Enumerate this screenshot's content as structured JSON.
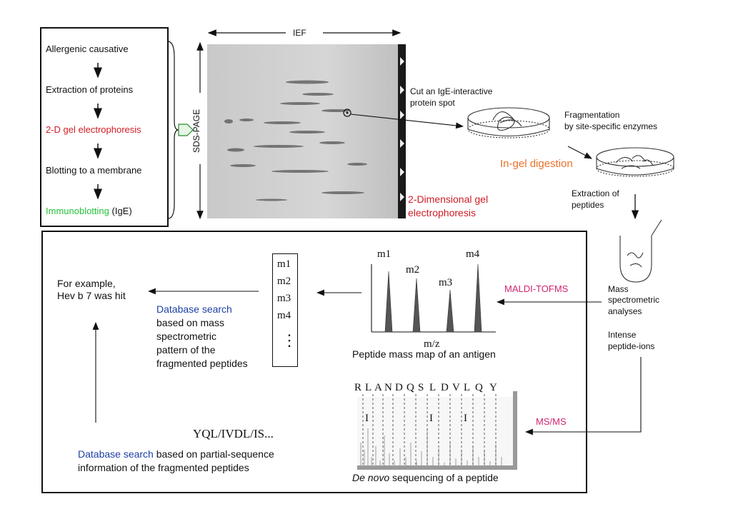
{
  "workflow_steps": {
    "step1": "Allergenic causative",
    "step2": "Extraction of proteins",
    "step3": "2-D gel electrophoresis",
    "step4": "Blotting to a membrane",
    "step5_a": "Immunoblotting",
    "step5_b": " (IgE)"
  },
  "gel": {
    "ief_label": "IEF",
    "sds_label": "SDS-PAGE",
    "caption_line1": "2-Dimensional gel",
    "caption_line2": "electrophoresis"
  },
  "digestion": {
    "cut_line1": "Cut an IgE-interactive",
    "cut_line2": "protein spot",
    "frag_line1": "Fragmentation",
    "frag_line2": "by site-specific enzymes",
    "in_gel": "In-gel digestion",
    "extract_line1": "Extraction of",
    "extract_line2": "peptides"
  },
  "ms": {
    "mass_line1": "Mass",
    "mass_line2": "spectrometric",
    "mass_line3": "analyses",
    "intense_line1": "Intense",
    "intense_line2": "peptide-ions",
    "maldi": "MALDI-TOFMS",
    "msms": "MS/MS"
  },
  "spectrum": {
    "peaks": [
      "m1",
      "m2",
      "m3",
      "m4"
    ],
    "axis_label": "m/z",
    "caption": "Peptide mass map of an antigen"
  },
  "mass_list": [
    "m1",
    "m2",
    "m3",
    "m4",
    "⋮"
  ],
  "search1": {
    "title": "Database search",
    "line2": "based on mass",
    "line3": "spectrometric",
    "line4": "pattern of the",
    "line5": "fragmented peptides"
  },
  "result": {
    "line1": "For example,",
    "line2": "Hev b 7 was hit"
  },
  "denovo": {
    "sequence_letters": [
      "R",
      "L",
      "A",
      "N",
      "D",
      "Q",
      "S",
      "L",
      "D",
      "V",
      "L",
      "Q",
      "Y"
    ],
    "i_marks": [
      "I",
      "I",
      "I"
    ],
    "caption_italic": "De novo",
    "caption_rest": " sequencing of a peptide"
  },
  "search2": {
    "sequence": "YQL/IVDL/IS...",
    "title": "Database search",
    "line1_rest": " based on partial-sequence",
    "line2": "information of the fragmented peptides"
  }
}
